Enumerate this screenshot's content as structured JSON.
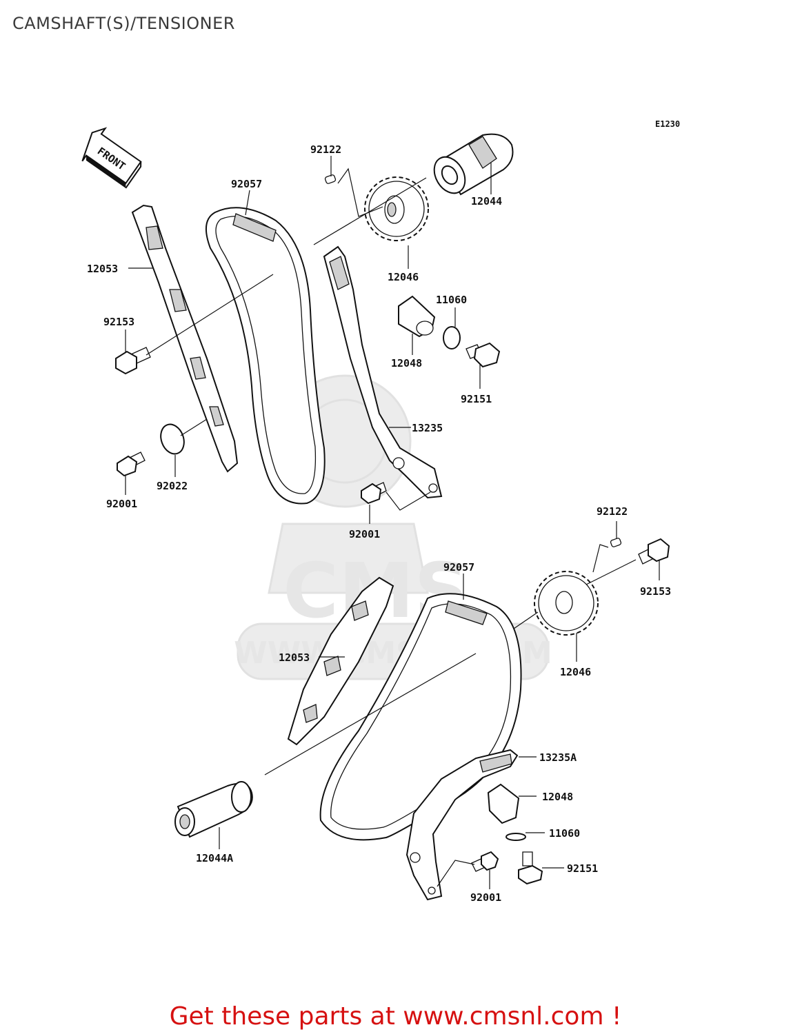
{
  "title": "CAMSHAFT(S)/TENSIONER",
  "diagram_code": "E1230",
  "front_marker": "FRONT",
  "watermark": {
    "brand": "CMS",
    "url": "WWW.CMSNL.COM"
  },
  "parts": {
    "p92122_a": "92122",
    "p92057_a": "92057",
    "p12044": "12044",
    "p12053_a": "12053",
    "p12046_a": "12046",
    "p11060_a": "11060",
    "p92153_a": "92153",
    "p12048_a": "12048",
    "p92151_a": "92151",
    "p13235": "13235",
    "p92022": "92022",
    "p92001_a": "92001",
    "p92001_b": "92001",
    "p92122_b": "92122",
    "p92057_b": "92057",
    "p92153_b": "92153",
    "p12053_b": "12053",
    "p12046_b": "12046",
    "p13235A": "13235A",
    "p12048_b": "12048",
    "p11060_b": "11060",
    "p92151_b": "92151",
    "p12044A": "12044A",
    "p92001_c": "92001"
  },
  "footer": {
    "text": "Get these parts at www.cmsnl.com !"
  }
}
